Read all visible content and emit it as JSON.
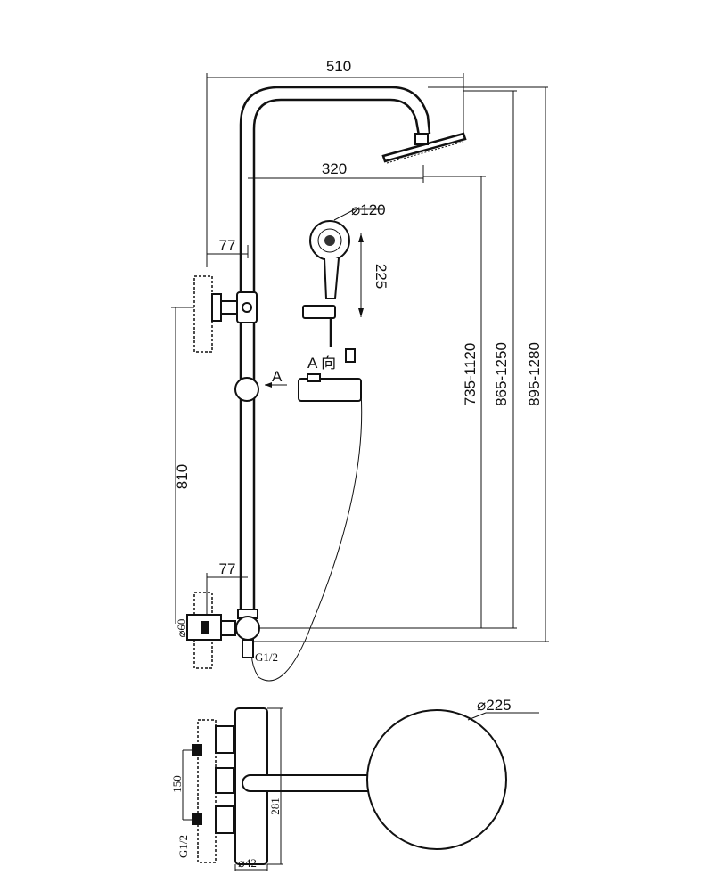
{
  "dimensions": {
    "overall_width": "510",
    "arm_length": "320",
    "hand_shower_diameter": "⌀120",
    "hand_shower_height": "225",
    "upper_bracket_offset": "77",
    "lower_bracket_offset": "77",
    "bracket_spacing": "810",
    "slider_height_range": "735-1120",
    "arm_height_range": "865-1250",
    "overall_height_range": "895-1280",
    "wall_plate_diameter": "⌀60",
    "outlet_thread": "G1/2",
    "head_diameter": "⌀225",
    "inlet_spacing": "150",
    "inlet_thread": "G1/2",
    "mixer_length": "281",
    "mixer_diameter": "⌀42"
  },
  "view_labels": {
    "arrow": "A",
    "view": "A 向"
  }
}
